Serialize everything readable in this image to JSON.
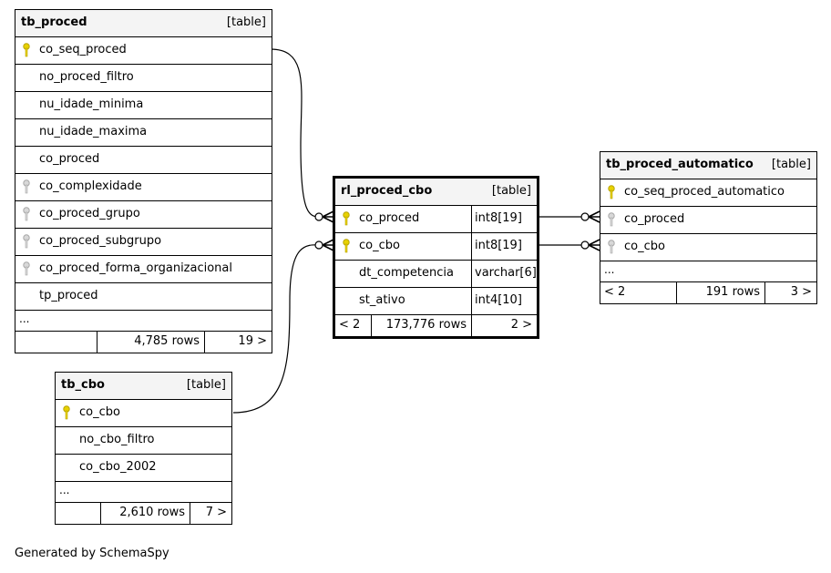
{
  "tables": {
    "tb_proced": {
      "name": "tb_proced",
      "kind": "[table]",
      "columns": [
        "co_seq_proced",
        "no_proced_filtro",
        "nu_idade_minima",
        "nu_idade_maxima",
        "co_proced",
        "co_complexidade",
        "co_proced_grupo",
        "co_proced_subgrupo",
        "co_proced_forma_organizacional",
        "tp_proced"
      ],
      "ellipsis": "...",
      "rows": "4,785 rows",
      "next": "19 >"
    },
    "tb_cbo": {
      "name": "tb_cbo",
      "kind": "[table]",
      "columns": [
        "co_cbo",
        "no_cbo_filtro",
        "co_cbo_2002"
      ],
      "ellipsis": "...",
      "rows": "2,610 rows",
      "next": "7 >"
    },
    "rl_proced_cbo": {
      "name": "rl_proced_cbo",
      "kind": "[table]",
      "columns": [
        "co_proced",
        "co_cbo",
        "dt_competencia",
        "st_ativo"
      ],
      "types": [
        "int8[19]",
        "int8[19]",
        "varchar[6]",
        "int4[10]"
      ],
      "prev": "< 2",
      "rows": "173,776 rows",
      "next": "2 >"
    },
    "tb_proced_automatico": {
      "name": "tb_proced_automatico",
      "kind": "[table]",
      "columns": [
        "co_seq_proced_automatico",
        "co_proced",
        "co_cbo"
      ],
      "ellipsis": "...",
      "prev": "< 2",
      "rows": "191 rows",
      "next": "3 >"
    }
  },
  "key_colors": {
    "primary": "#e8d200",
    "foreign": "#a8a8a8"
  },
  "footer": "Generated by SchemaSpy"
}
